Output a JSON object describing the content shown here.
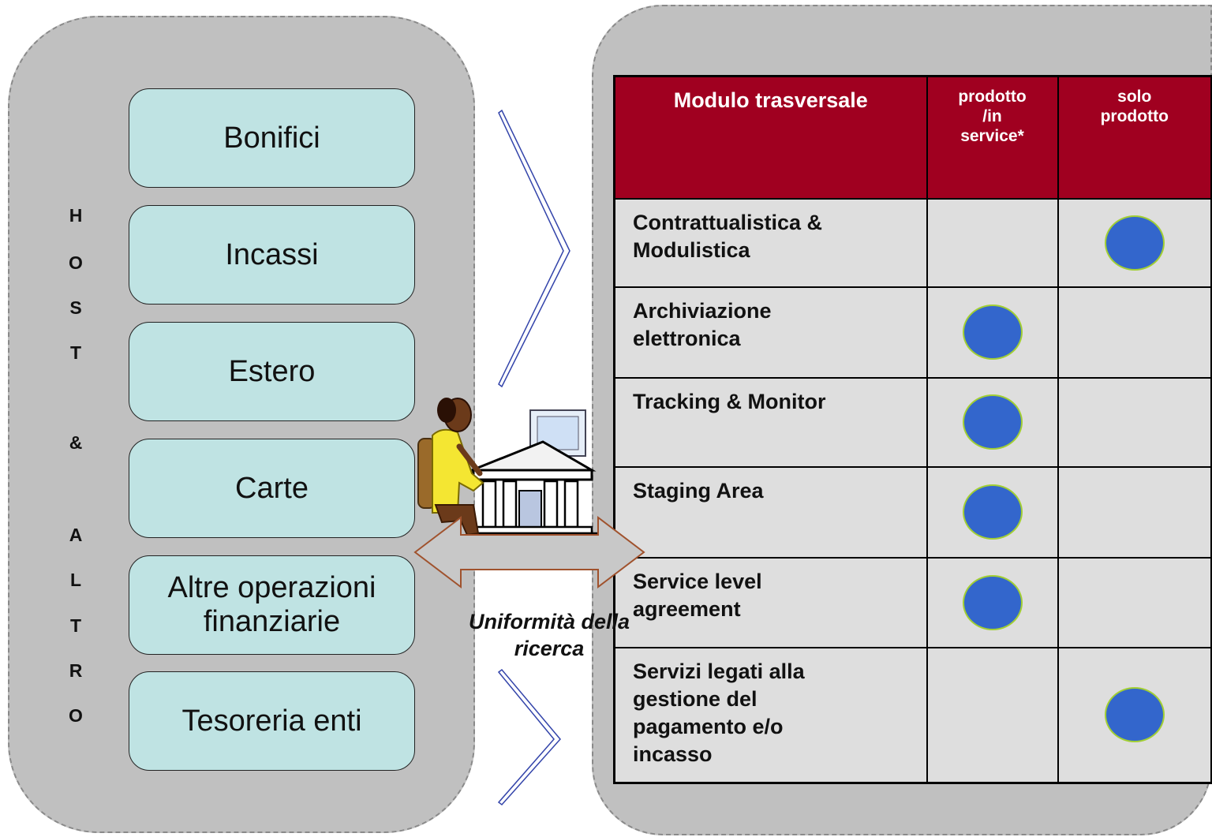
{
  "modules": [
    {
      "label": "Bonifici"
    },
    {
      "label": "Incassi"
    },
    {
      "label": "Estero"
    },
    {
      "label": "Carte"
    },
    {
      "label": "Altre operazioni\nfinanziarie"
    },
    {
      "label": "Tesoreria enti"
    }
  ],
  "vertical_label": [
    "H",
    "O",
    "S",
    "T",
    "&",
    "A",
    "L",
    "T",
    "R",
    "O"
  ],
  "table": {
    "header": {
      "module": "Modulo trasversale",
      "col_product_service": "prodotto\n/in\nservice*",
      "col_product_only": "solo\nprodotto"
    },
    "rows": [
      {
        "label": "Contrattualistica &\nModulistica",
        "product_service": false,
        "product_only": true
      },
      {
        "label": "Archiviazione\nelettronica",
        "product_service": true,
        "product_only": false
      },
      {
        "label": "Tracking & Monitor",
        "product_service": true,
        "product_only": false
      },
      {
        "label": "Staging Area",
        "product_service": true,
        "product_only": false
      },
      {
        "label": "Service level\nagreement",
        "product_service": true,
        "product_only": false
      },
      {
        "label": "Servizi legati alla\ngestione del\npagamento e/o\nincasso",
        "product_service": false,
        "product_only": true
      }
    ]
  },
  "arrow_caption": "Uniformità della\nricerca",
  "colors": {
    "panel": "#c0c0c0",
    "module_fill": "#bfe3e3",
    "header_fill": "#a00020",
    "cell_fill": "#dedede",
    "dot_fill": "#3366cc",
    "dot_border": "#a2cf33",
    "chevron": "#3344aa",
    "arrow_stroke": "#a0522d"
  },
  "icons": {
    "worker": "woman-at-computer-icon",
    "bank": "bank-building-icon"
  }
}
